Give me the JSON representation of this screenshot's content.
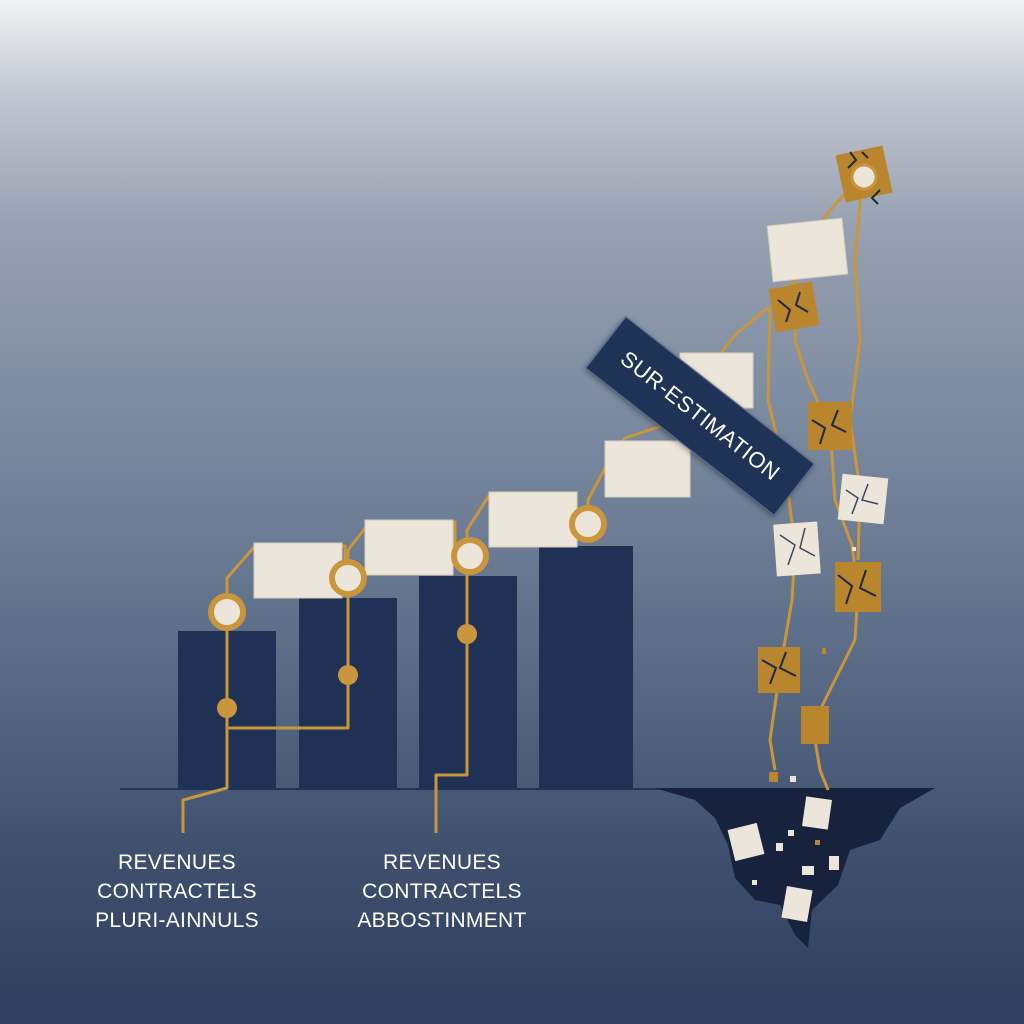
{
  "captions": {
    "left": {
      "line1": "REVENUES",
      "line2": "CONTRACTELS",
      "line3": "PLURI-AINNULS"
    },
    "middle": {
      "line1": "REVENUES",
      "line2": "CONTRACTELS",
      "line3": "ABBOSTINMENT"
    }
  },
  "banner": {
    "label": "SUR-ESTIMATION"
  },
  "colors": {
    "bar": "#1f3154",
    "circuit": "#c9963d",
    "block_cream": "#ece6da",
    "block_gold": "#b9862e",
    "crack": "#1e2a44",
    "banner": "#1f3356"
  }
}
